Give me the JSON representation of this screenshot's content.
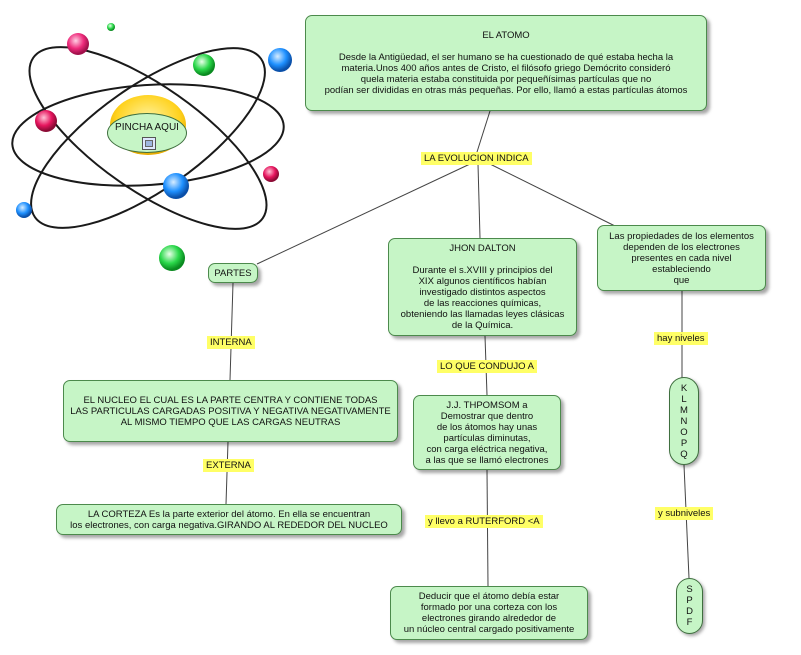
{
  "title_node": {
    "title": "EL ATOMO",
    "text": "Desde la Antigüedad, el ser humano se ha cuestionado de qué estaba hecha la\nmateria.Unos 400 años antes de Cristo, el filósofo griego Demócrito consideró\nquela materia estaba constituida por pequeñísimas partículas que no\npodían ser divididas en otras más pequeñas. Por ello, llamó a estas partículas átomos"
  },
  "atom_button": {
    "label": "PINCHA AQUI",
    "icon": "film-icon"
  },
  "link_labels": {
    "evolucion": "LA EVOLUCION INDICA",
    "interna": "INTERNA",
    "externa": "EXTERNA",
    "condujo": "LO QUE CONDUJO A",
    "ruterford": "y llevo a RUTERFORD <A",
    "hay_niveles": "hay niveles",
    "subniveles": "y subniveles"
  },
  "nodes": {
    "partes": "PARTES",
    "dalton_title": "JHON DALTON",
    "dalton_text": "Durante el s.XVIII y principios del\nXIX algunos científicos habían\ninvestigado distintos aspectos\nde las reacciones químicas,\nobteniendo las llamadas leyes clásicas\nde la Química.",
    "propiedades": "Las propiedades de los elementos\ndependen de los electrones\npresentes en cada nivel\nestableciendo\nque",
    "nucleo": "EL NUCLEO EL CUAL ES LA PARTE CENTRA Y CONTIENE TODAS\nLAS PARTICULAS CARGADAS POSITIVA Y  NEGATIVA NEGATIVAMENTE\nAL MISMO TIEMPO QUE LAS CARGAS NEUTRAS",
    "thomson": "J.J. THPOMSOM a\nDemostrar que dentro\nde los átomos hay unas\npartículas diminutas,\ncon carga eléctrica negativa,\na las que se llamó electrones",
    "corteza": "LA CORTEZA Es la parte exterior del átomo. En ella se encuentran\nlos electrones, con carga negativa.GIRANDO AL REDEDOR DEL NUCLEO",
    "rutherford": "Deducir que el átomo debía estar\nformado por una corteza con los\nelectrones girando alrededor de\nun núcleo central cargado positivamente",
    "niveles": "K\nL\nM\nN\nO\nP\nQ",
    "subniveles": "S\nP\nD\nF"
  },
  "colors": {
    "node_fill": "#c6f5c6",
    "node_border": "#4c8a4c",
    "label_fill": "#ffff66",
    "line": "#444444",
    "nucleus_glow": "#ffd21e",
    "electron_pink": "#ee2a7b",
    "electron_green": "#2ad84a",
    "electron_blue": "#1e90ff",
    "electron_magenta": "#e6155e"
  }
}
